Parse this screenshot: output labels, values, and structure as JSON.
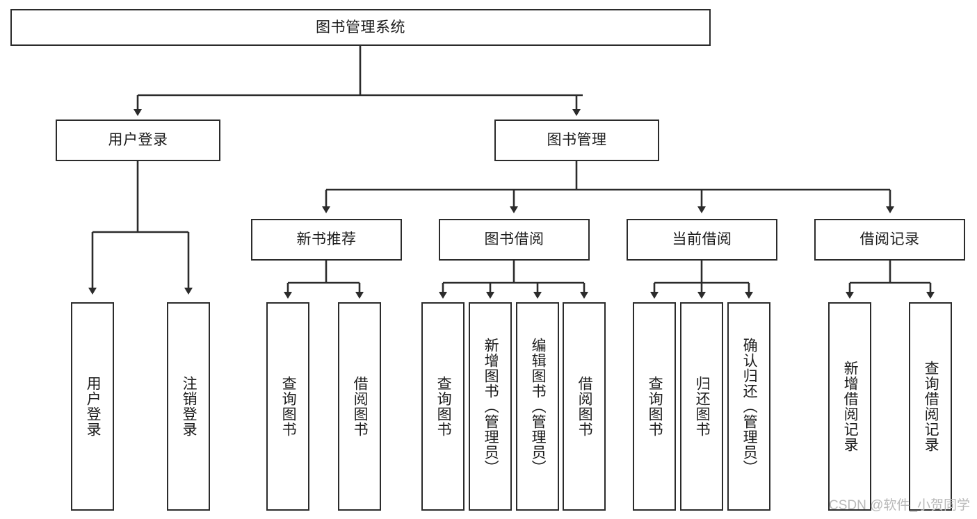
{
  "diagram": {
    "title_node": {
      "label": "图书管理系统"
    },
    "level2": [
      {
        "label": "用户登录"
      },
      {
        "label": "图书管理"
      }
    ],
    "level3": [
      {
        "label": "新书推荐"
      },
      {
        "label": "图书借阅"
      },
      {
        "label": "当前借阅"
      },
      {
        "label": "借阅记录"
      }
    ],
    "leaves": [
      {
        "label": "用户登录"
      },
      {
        "label": "注销登录"
      },
      {
        "label": "查询图书"
      },
      {
        "label": "借阅图书"
      },
      {
        "label": "查询图书"
      },
      {
        "label": "新增图书（管理员）"
      },
      {
        "label": "编辑图书（管理员）"
      },
      {
        "label": "借阅图书"
      },
      {
        "label": "查询图书"
      },
      {
        "label": "归还图书"
      },
      {
        "label": "确认归还（管理员）"
      },
      {
        "label": "新增借阅记录"
      },
      {
        "label": "查询借阅记录"
      }
    ]
  },
  "watermark": {
    "text": "CSDN @软件_小贺同学"
  },
  "colors": {
    "border": "#2b2b2b",
    "text": "#1c1c1c",
    "background": "#ffffff",
    "watermark": "#b9b9b9"
  }
}
